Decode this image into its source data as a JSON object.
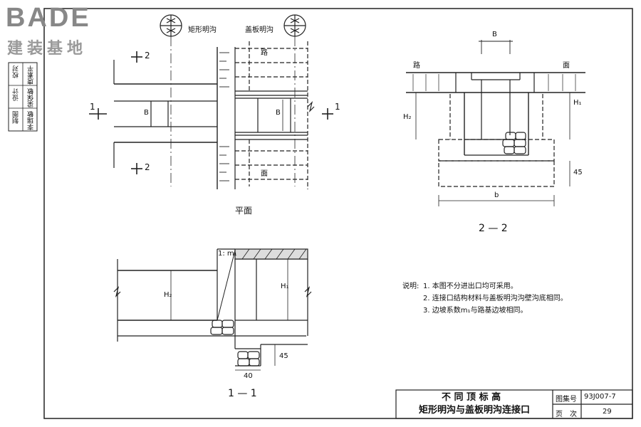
{
  "logo": {
    "brand": "BADE",
    "subtitle": "建装基地"
  },
  "side_block": {
    "left_col": [
      "校对",
      "设计",
      "制图"
    ],
    "right_col": [
      "唐素平",
      "梁保敏",
      "李瑞敏"
    ]
  },
  "plan": {
    "title": "平面",
    "label_rect": "矩形明沟",
    "label_cover": "盖板明沟",
    "label_road": "路",
    "label_face": "面",
    "dim_b": "B",
    "section_1": "1",
    "section_2": "2"
  },
  "section22": {
    "title": "2 — 2",
    "dim_B": "B",
    "road_left": "路",
    "road_right": "面",
    "h2": "H₂",
    "h1": "H₁",
    "dim_b": "b",
    "dim_45": "45"
  },
  "section11": {
    "title": "1 — 1",
    "slope": "1: m₁",
    "h2": "H₂",
    "h1": "H₁",
    "dim_45": "45",
    "dim_40": "40"
  },
  "notes": {
    "heading": "说明:",
    "items": [
      "1. 本图不分进出口均可采用。",
      "2. 连接口结构材料与盖板明沟沟壁沟底相同。",
      "3. 边坡系数m₁与路基边坡相同。"
    ]
  },
  "title_block": {
    "title_line1": "不 同 顶 标 高",
    "title_line2": "矩形明沟与盖板明沟连接口",
    "atlas_label": "图集号",
    "atlas_value": "93J007-7",
    "page_label": "页　次",
    "page_value": "29"
  }
}
